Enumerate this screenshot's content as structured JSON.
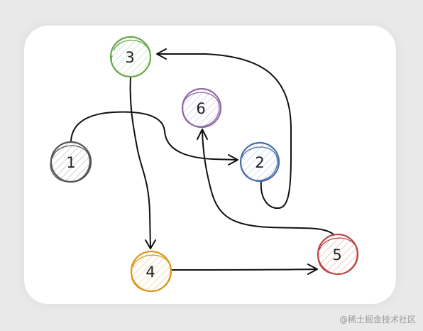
{
  "diagram": {
    "nodes": [
      {
        "id": "1",
        "label": "1",
        "color": "#555555"
      },
      {
        "id": "2",
        "label": "2",
        "color": "#4a6fa5"
      },
      {
        "id": "3",
        "label": "3",
        "color": "#6aa84f"
      },
      {
        "id": "4",
        "label": "4",
        "color": "#d99a1c"
      },
      {
        "id": "5",
        "label": "5",
        "color": "#b94a48"
      },
      {
        "id": "6",
        "label": "6",
        "color": "#8e6aa8"
      }
    ],
    "edges": [
      {
        "from": "1",
        "to": "2"
      },
      {
        "from": "2",
        "to": "3"
      },
      {
        "from": "3",
        "to": "4"
      },
      {
        "from": "4",
        "to": "5"
      },
      {
        "from": "5",
        "to": "6"
      }
    ]
  },
  "watermark": "@稀土掘金技术社区"
}
